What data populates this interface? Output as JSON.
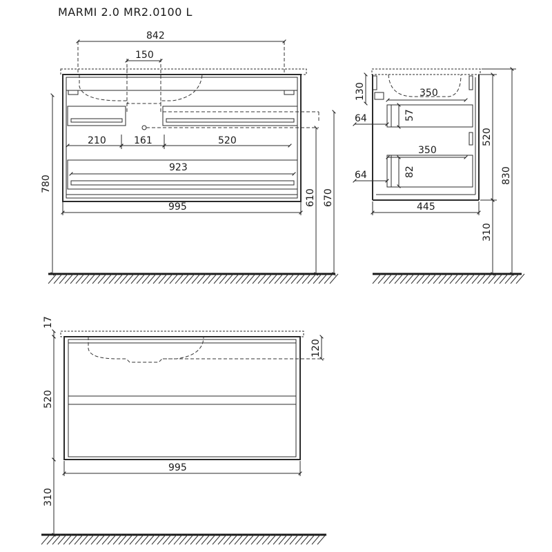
{
  "title": "MARMI 2.0 MR2.0100 L",
  "front_view": {
    "overall_width": "842",
    "pipe_offset": "150",
    "drawer_widths": [
      "210",
      "161",
      "520"
    ],
    "inner_width": "923",
    "cabinet_width": "995",
    "total_height": "780",
    "height_610": "610",
    "height_670": "670"
  },
  "side_view": {
    "top_height": "130",
    "top_depth": "350",
    "drawer1_offset": "64",
    "drawer1_height": "57",
    "drawer2_depth": "350",
    "drawer2_offset": "64",
    "drawer2_height": "82",
    "cabinet_depth": "445",
    "body_height": "520",
    "total_height": "830",
    "leg_height": "310"
  },
  "back_view": {
    "top_thickness": "17",
    "siphon_height": "120",
    "body_height": "520",
    "cabinet_width": "995",
    "floor_height": "310"
  }
}
